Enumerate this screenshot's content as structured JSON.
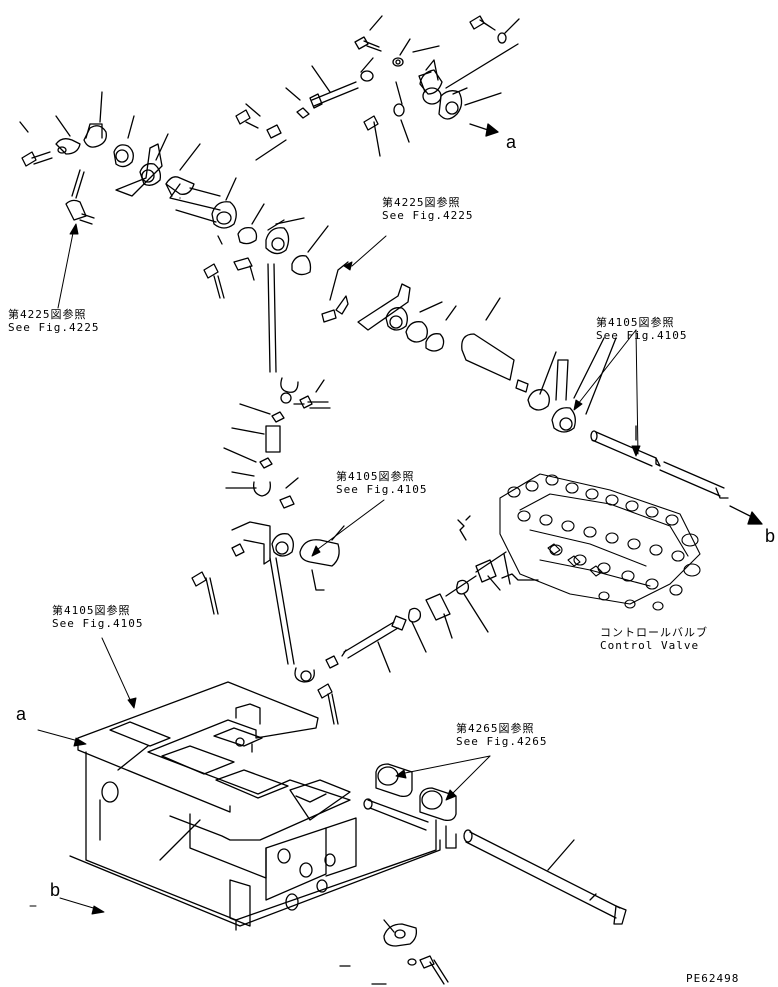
{
  "references": [
    {
      "id": "ref-4225-top",
      "jp": "第4225図参照",
      "en": "See Fig.4225"
    },
    {
      "id": "ref-4225-left",
      "jp": "第4225図参照",
      "en": "See Fig.4225"
    },
    {
      "id": "ref-4105-right",
      "jp": "第4105図参照",
      "en": "See Fig.4105"
    },
    {
      "id": "ref-4105-mid",
      "jp": "第4105図参照",
      "en": "See Fig.4105"
    },
    {
      "id": "ref-4105-left",
      "jp": "第4105図参照",
      "en": "See Fig.4105"
    },
    {
      "id": "ref-4265",
      "jp": "第4265図参照",
      "en": "See Fig.4265"
    }
  ],
  "control_valve": {
    "jp": "コントロールバルブ",
    "en": "Control Valve"
  },
  "connectors": {
    "a_top": "a",
    "b_right": "b",
    "a_left": "a",
    "b_left": "b"
  },
  "drawing_code": "PE62498"
}
